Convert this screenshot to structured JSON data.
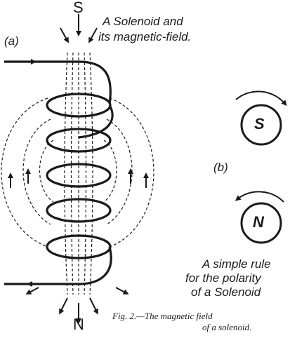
{
  "figure": {
    "part_a": "(a)",
    "part_b": "(b)",
    "pole_top": "S",
    "pole_bottom": "N",
    "title_line1": "A Solenoid and",
    "title_line2": "its magnetic-field.",
    "circle_s": "S",
    "circle_n": "N",
    "rule_line1": "A simple rule",
    "rule_line2": "for the polarity",
    "rule_line3": "of a Solenoid",
    "caption_line1": "Fig. 2.—The magnetic field",
    "caption_line2": "of a solenoid."
  },
  "colors": {
    "ink": "#1a1a1a",
    "paper": "#ffffff"
  }
}
